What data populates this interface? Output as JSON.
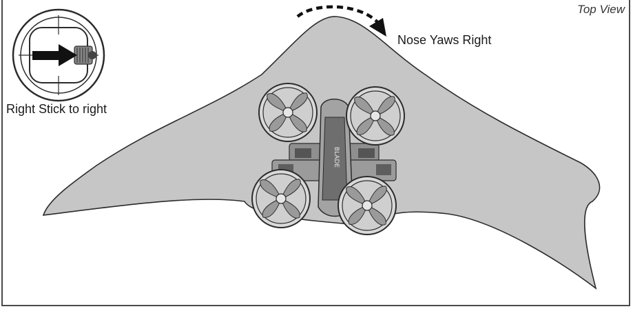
{
  "labels": {
    "view": "Top View",
    "yaw": "Nose Yaws Right",
    "stick": "Right Stick to right"
  },
  "drone": {
    "brand_text": "BLADE"
  },
  "colors": {
    "wing_fill": "#c6c6c6",
    "outline": "#2b2b2b",
    "frame_border": "#4a4a4a",
    "drone_body": "#9a9a9a",
    "drone_dark": "#555555"
  },
  "icons": {
    "stick": "transmitter-stick-right-icon",
    "yaw_arrow": "curved-dashed-arrow-icon"
  }
}
